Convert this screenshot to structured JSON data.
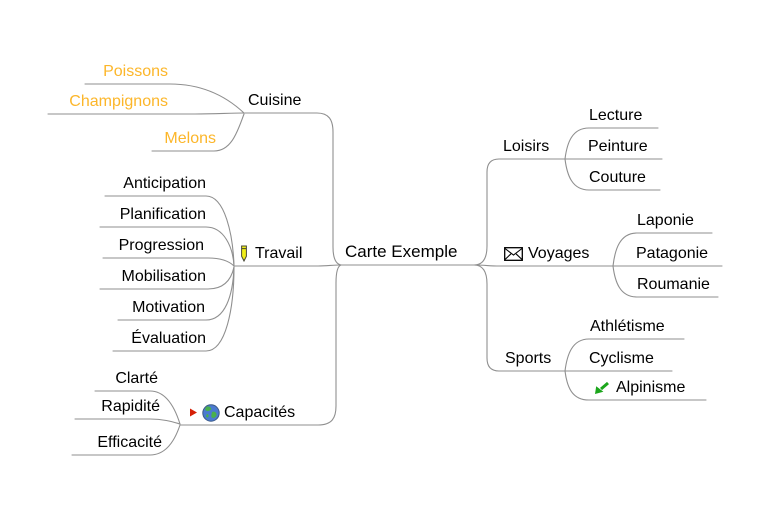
{
  "colors": {
    "background": "#ffffff",
    "edge": "#8f8f8f",
    "node_text": "#000000",
    "highlight_text": "#fcb62a",
    "pencil_yellow": "#f0ee18",
    "pencil_outline": "#4a4a34",
    "globe_blue": "#4a7ad0",
    "globe_green": "#49b04c",
    "globe_outline": "#3c5a86",
    "red_arrow": "#d51f06",
    "green_arrow": "#1ca61c",
    "envelope_black": "#000000"
  },
  "map": {
    "root": {
      "label": "Carte Exemple"
    },
    "left": [
      {
        "label": "Cuisine",
        "children": [
          {
            "label": "Poissons",
            "text_color": "highlight_text"
          },
          {
            "label": "Champignons",
            "text_color": "highlight_text"
          },
          {
            "label": "Melons",
            "text_color": "highlight_text"
          }
        ]
      },
      {
        "label": "Travail",
        "icon": "pencil-icon",
        "children": [
          {
            "label": "Anticipation"
          },
          {
            "label": "Planification"
          },
          {
            "label": "Progression"
          },
          {
            "label": "Mobilisation"
          },
          {
            "label": "Motivation"
          },
          {
            "label": "Évaluation"
          }
        ]
      },
      {
        "label": "Capacités",
        "icons": [
          "red-link-arrow-icon",
          "globe-icon"
        ],
        "children": [
          {
            "label": "Clarté"
          },
          {
            "label": "Rapidité"
          },
          {
            "label": "Efficacité"
          }
        ]
      }
    ],
    "right": [
      {
        "label": "Loisirs",
        "children": [
          {
            "label": "Lecture"
          },
          {
            "label": "Peinture"
          },
          {
            "label": "Couture"
          }
        ]
      },
      {
        "label": "Voyages",
        "icon": "envelope-icon",
        "children": [
          {
            "label": "Laponie"
          },
          {
            "label": "Patagonie"
          },
          {
            "label": "Roumanie"
          }
        ]
      },
      {
        "label": "Sports",
        "children": [
          {
            "label": "Athlétisme"
          },
          {
            "label": "Cyclisme"
          },
          {
            "label": "Alpinisme",
            "icon": "green-back-arrow-icon"
          }
        ]
      }
    ]
  }
}
